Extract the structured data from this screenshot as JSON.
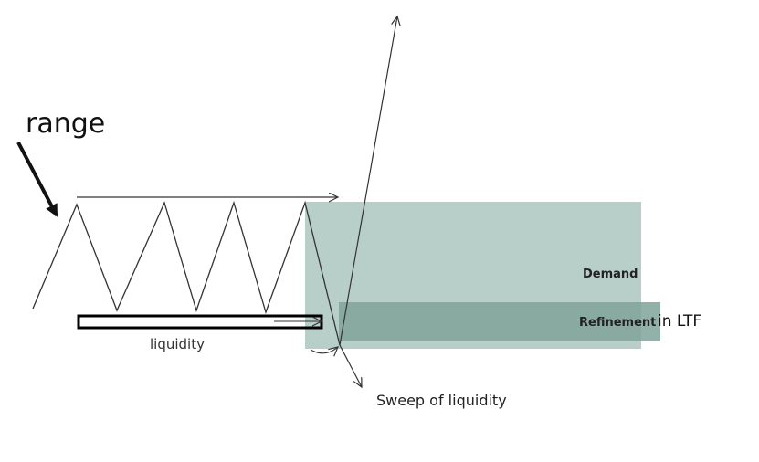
{
  "labels": {
    "range": "range",
    "liquidity": "liquidity",
    "demand": "Demand",
    "refinement": "Refinement",
    "in_ltf": "in LTF",
    "sweep": "Sweep of liquidity"
  },
  "colors": {
    "demand_zone": "#9dbbb3",
    "refinement_zone": "#7fa39a",
    "line": "#333333",
    "liquidity_box": "#000000"
  }
}
